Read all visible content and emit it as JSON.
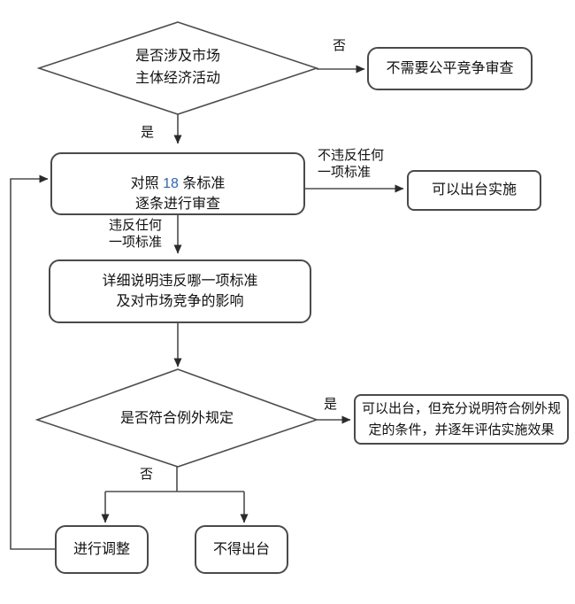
{
  "colors": {
    "line": "#4d4d4d",
    "highlight_blue": "#2d64c8",
    "text": "#111111"
  },
  "nodes": {
    "decision_market": {
      "text": "是否涉及市场\n主体经济活动"
    },
    "no_review_needed": {
      "text": "不需要公平竞争审查"
    },
    "review_standards": {
      "line1_prefix": "对照 ",
      "line1_highlight": "18",
      "line1_suffix": " 条标准",
      "line2": "逐条进行审查"
    },
    "can_implement": {
      "text": "可以出台实施"
    },
    "explain_violation": {
      "text": "详细说明违反哪一项标准\n及对市场竞争的影响"
    },
    "decision_exception": {
      "text": "是否符合例外规定"
    },
    "exception_allowed": {
      "text": "可以出台，但充分说明符合例外规\n定的条件，并逐年评估实施效果"
    },
    "adjust": {
      "text": "进行调整"
    },
    "must_not_issue": {
      "text": "不得出台"
    }
  },
  "edge_labels": {
    "no_top": "否",
    "yes_top": "是",
    "no_violation": "不违反任何\n一项标准",
    "violation": "违反任何\n一项标准",
    "yes_bottom": "是",
    "no_bottom": "否"
  }
}
